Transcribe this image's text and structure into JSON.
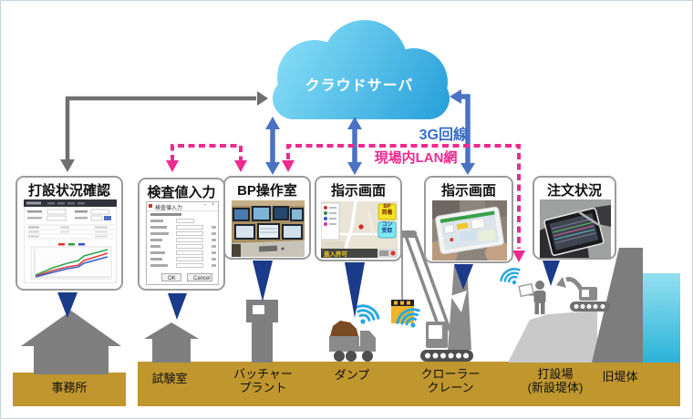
{
  "cloud": {
    "label": "クラウドサーバ"
  },
  "connections": {
    "g3": "3G回線",
    "lan": "現場内LAN網"
  },
  "stations": [
    {
      "title": "打設状況確認"
    },
    {
      "title": "検査値入力"
    },
    {
      "title": "BP操作室"
    },
    {
      "title": "指示画面"
    },
    {
      "title": "指示画面"
    },
    {
      "title": "注文状況"
    }
  ],
  "screens": {
    "dialog": {
      "title": "検査値入力",
      "ok": "OK",
      "cancel": "Cancel"
    },
    "map": {
      "bp1": "BP",
      "bp2": "到着",
      "con1": "コン",
      "con2": "受取",
      "status": "進入許可"
    }
  },
  "ground": {
    "office": "事務所",
    "lab": "試験室",
    "batcher1": "バッチャー",
    "batcher2": "プラント",
    "dump": "ダンプ",
    "crane1": "クローラー",
    "crane2": "クレーン",
    "site1": "打設場",
    "site2": "(新設堤体)",
    "old_dam": "旧堤体"
  },
  "colors": {
    "cloud_blue": "#2aa2db",
    "line_blue": "#4a73c4",
    "line_pink": "#ee2a90",
    "line_gray": "#6f6f6f",
    "arrow_navy": "#1c3a8a",
    "ground_gold": "#c0962f",
    "wifi_blue": "#2aa9e0"
  }
}
